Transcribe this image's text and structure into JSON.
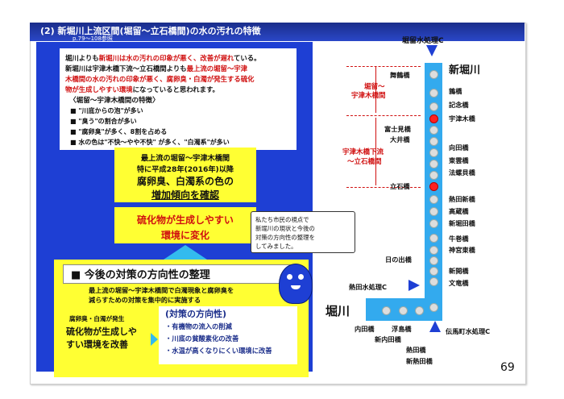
{
  "header": {
    "title": "(2) 新堀川上流区間(堀留〜立石橋間)の水の汚れの特徴",
    "page_ref": "p.79〜108参照"
  },
  "intro": {
    "line1_a": "堀川よりも",
    "line1_b": "新堀川は水の汚れの印象が悪く、改善が遅れ",
    "line1_c": "ている。",
    "line2_a": "新堀川は宇津木橋下流〜立石橋間よりも",
    "line2_b": "最上流の堀留〜宇津",
    "line3": "木橋間の水の汚れの印象が悪く、腐卵臭・白濁が発生する硫化",
    "line4_a": "物が生成しやすい環境",
    "line4_b": "になっていると思われます。"
  },
  "features": {
    "title": "〈堀留〜宇津木橋間の特徴〉",
    "items": [
      "\"川底からの泡\"が多い",
      "\"臭う\"の割合が多い",
      "\"腐卵臭\"が多く、8割を占める",
      "水の色は\"不快〜やや不快\" が多く、\"白濁系\"が多い"
    ]
  },
  "yellow_box": {
    "line1": "最上流の堀留〜宇津木橋間",
    "line2": "特に平成28年(2016年)以降",
    "line3": "腐卵臭、白濁系の色の",
    "line4": "増加傾向を確認"
  },
  "red_box": {
    "line1": "硫化物が生成しやすい",
    "line2": "環境に変化"
  },
  "bottom": {
    "title": "■ 今後の対策の方向性の整理",
    "desc1": "最上流の堀留〜宇津木橋間で白濁現象と腐卵臭を",
    "desc2": "減らすための対策を集中的に実施する",
    "small_label": "腐卵臭・白濁が発生",
    "small_big1": "硫化物が生成しや",
    "small_big2": "すい環境を改善",
    "dir_title": "(対策の方向性)",
    "dir_items": [
      "・有機物の流入の削減",
      "・川底の貧酸素化の改善",
      "・水温が高くなりにくい環境に改善"
    ]
  },
  "speech": {
    "line1": "私たち市民の視点で",
    "line2": "新堀川の現状と今後の",
    "line3": "対策の方向性の整理を",
    "line4": "してみました。"
  },
  "diagram": {
    "top_plant": "堀留水処理C",
    "river_shin": "新堀川",
    "river_hori": "堀川",
    "section1_a": "堀留〜",
    "section1_b": "宇津木橋間",
    "section2_a": "宇津木橋下流",
    "section2_b": "〜立石橋間",
    "left_labels": {
      "maizuru": "舞鶴橋",
      "fujimi": "富士見橋",
      "oide": "大井橋",
      "tateishi": "立石橋",
      "hinode": "日の出橋",
      "atsuta": "熱田水処理C"
    },
    "right_labels": [
      "鶉橋",
      "記念橋",
      "宇津木橋",
      "向田橋",
      "東雲橋",
      "法螺貝橋",
      "熱田新橋",
      "高蔵橋",
      "新堀田橋",
      "牛巻橋",
      "神宮東橋",
      "新開橋",
      "文竜橋"
    ],
    "bottom_labels": {
      "uchida": "内田橋",
      "ukishima": "浮島橋",
      "shinuchida": "新内田橋",
      "atsuta_br": "熱田橋",
      "shinatsuta": "新熱田橋",
      "denma": "伝馬町水処理C"
    }
  },
  "page_number": "69",
  "colors": {
    "title_band": "#1a2d8a",
    "panel_blue": "#1e3fd4",
    "highlight_yellow": "#ffff33",
    "accent_red": "#d01010",
    "river_blue": "#33aaee"
  }
}
